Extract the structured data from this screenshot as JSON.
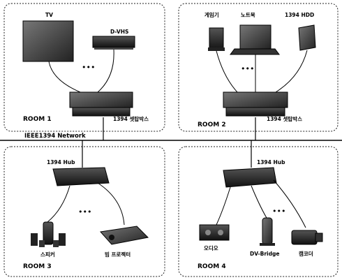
{
  "network_label": "IEEE1394 Network",
  "rooms": [
    {
      "name": "ROOM 1",
      "hub_label": "1394 셋탑박스",
      "devices": [
        {
          "label": "TV",
          "icon": "tv-icon"
        },
        {
          "label": "D-VHS",
          "icon": "vcr-icon"
        }
      ],
      "ellipsis": "•••"
    },
    {
      "name": "ROOM 2",
      "hub_label": "1394 셋탑박스",
      "devices": [
        {
          "label": "게임기",
          "icon": "game-console-icon"
        },
        {
          "label": "노트북",
          "icon": "laptop-icon"
        },
        {
          "label": "1394 HDD",
          "icon": "hdd-icon"
        }
      ],
      "ellipsis": "•••"
    },
    {
      "name": "ROOM 3",
      "hub_label": "1394 Hub",
      "devices": [
        {
          "label": "스피커",
          "icon": "speaker-icon"
        },
        {
          "label": "빔 프로젝터",
          "icon": "projector-icon"
        }
      ],
      "ellipsis": "•••"
    },
    {
      "name": "ROOM 4",
      "hub_label": "1394 Hub",
      "devices": [
        {
          "label": "오디오",
          "icon": "audio-icon"
        },
        {
          "label": "DV-Bridge",
          "icon": "dv-bridge-icon"
        },
        {
          "label": "캠코더",
          "icon": "camcorder-icon"
        }
      ],
      "ellipsis": "•••"
    }
  ]
}
